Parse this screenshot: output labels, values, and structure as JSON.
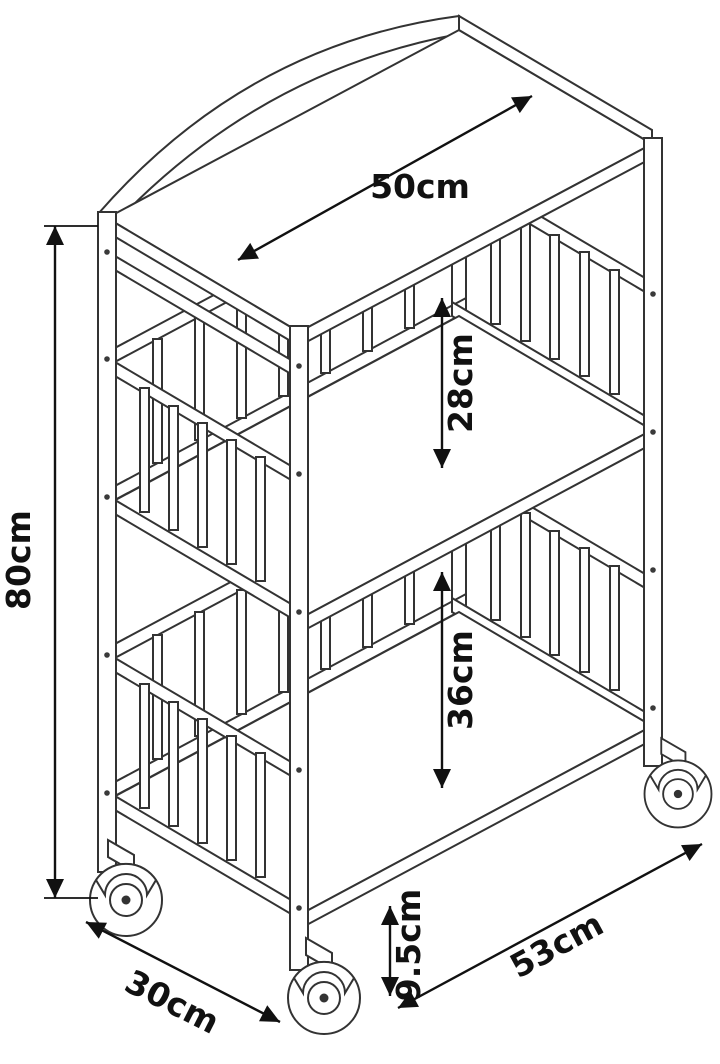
{
  "diagram": {
    "type": "product-dimension-diagram",
    "subject": "3-tier rolling trolley cart with swivel casters",
    "background_color": "#ffffff",
    "line_color": "#333333",
    "label_color": "#111111",
    "dimensions": {
      "overall_height": "80cm",
      "top_shelf_depth": "50cm",
      "upper_shelf_gap": "28cm",
      "lower_shelf_gap": "36cm",
      "bottom_clearance": "9.5cm",
      "side_width": "30cm",
      "front_length": "53cm"
    }
  }
}
